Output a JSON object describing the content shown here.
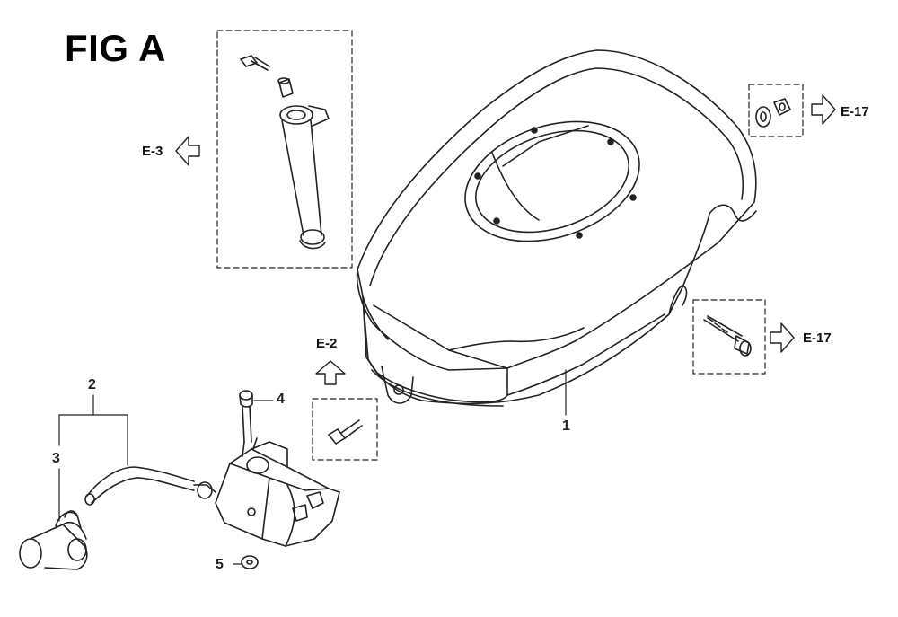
{
  "figure": {
    "title": "FIG A"
  },
  "callouts": [
    {
      "id": "c1",
      "label": "1"
    },
    {
      "id": "c2",
      "label": "2"
    },
    {
      "id": "c3",
      "label": "3"
    },
    {
      "id": "c4",
      "label": "4"
    },
    {
      "id": "c5",
      "label": "5"
    }
  ],
  "references": [
    {
      "id": "r1",
      "label": "E-3"
    },
    {
      "id": "r2",
      "label": "E-2"
    },
    {
      "id": "r3",
      "label": "E-17"
    },
    {
      "id": "r4",
      "label": "E-17"
    }
  ]
}
